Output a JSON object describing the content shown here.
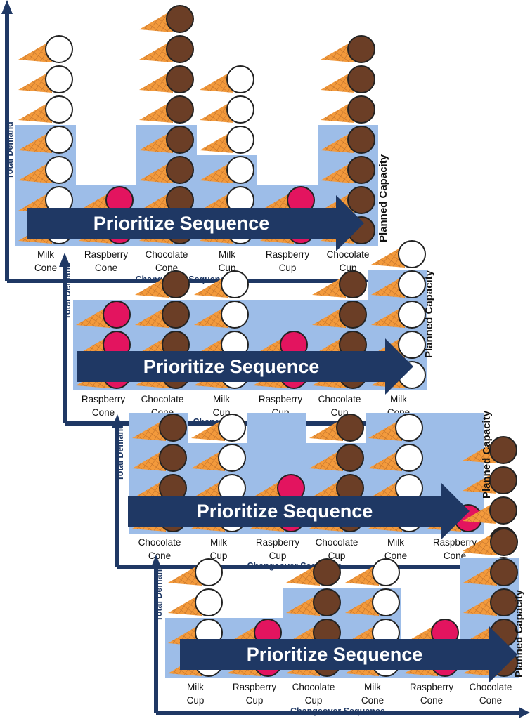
{
  "colors": {
    "navy": "#1f3864",
    "capacity": "#9dbde8",
    "cone": "#f39a3c",
    "milk": "#ffffff",
    "raspberry": "#e3145f",
    "chocolate": "#6b3e26"
  },
  "labels": {
    "y_axis": "Total Demand",
    "x_axis": "Changeover Sequence",
    "arrow": "Prioritize Sequence",
    "capacity": "Planned Capacity"
  },
  "panels": [
    {
      "products": [
        {
          "line1": "Milk",
          "line2": "Cone",
          "flavor": "milk",
          "demand": 7,
          "capacity": 4
        },
        {
          "line1": "Raspberry",
          "line2": "Cone",
          "flavor": "raspberry",
          "demand": 2,
          "capacity": 2
        },
        {
          "line1": "Chocolate",
          "line2": "Cone",
          "flavor": "chocolate",
          "demand": 8,
          "capacity": 4
        },
        {
          "line1": "Milk",
          "line2": "Cup",
          "flavor": "milk",
          "demand": 6,
          "capacity": 3
        },
        {
          "line1": "Raspberry",
          "line2": "Cup",
          "flavor": "raspberry",
          "demand": 2,
          "capacity": 2
        },
        {
          "line1": "Chocolate",
          "line2": "Cup",
          "flavor": "chocolate",
          "demand": 7,
          "capacity": 4
        }
      ]
    },
    {
      "products": [
        {
          "line1": "Raspberry",
          "line2": "Cone",
          "flavor": "raspberry",
          "demand": 3,
          "capacity": 3
        },
        {
          "line1": "Chocolate",
          "line2": "Cone",
          "flavor": "chocolate",
          "demand": 4,
          "capacity": 3
        },
        {
          "line1": "Milk",
          "line2": "Cup",
          "flavor": "milk",
          "demand": 4,
          "capacity": 3
        },
        {
          "line1": "Raspberry",
          "line2": "Cup",
          "flavor": "raspberry",
          "demand": 2,
          "capacity": 3
        },
        {
          "line1": "Chocolate",
          "line2": "Cup",
          "flavor": "chocolate",
          "demand": 4,
          "capacity": 3
        },
        {
          "line1": "Milk",
          "line2": "Cone",
          "flavor": "milk",
          "demand": 5,
          "capacity": 4
        }
      ]
    },
    {
      "products": [
        {
          "line1": "Chocolate",
          "line2": "Cone",
          "flavor": "chocolate",
          "demand": 4,
          "capacity": 4
        },
        {
          "line1": "Milk",
          "line2": "Cup",
          "flavor": "milk",
          "demand": 4,
          "capacity": 3
        },
        {
          "line1": "Raspberry",
          "line2": "Cup",
          "flavor": "raspberry",
          "demand": 2,
          "capacity": 4
        },
        {
          "line1": "Chocolate",
          "line2": "Cup",
          "flavor": "chocolate",
          "demand": 4,
          "capacity": 3
        },
        {
          "line1": "Milk",
          "line2": "Cone",
          "flavor": "milk",
          "demand": 4,
          "capacity": 4
        },
        {
          "line1": "Raspberry",
          "line2": "Cone",
          "flavor": "raspberry",
          "demand": 1,
          "capacity": 4
        }
      ],
      "extra_stack": {
        "flavor": "chocolate",
        "count": 5
      }
    },
    {
      "products": [
        {
          "line1": "Milk",
          "line2": "Cup",
          "flavor": "milk",
          "demand": 4,
          "capacity": 2
        },
        {
          "line1": "Raspberry",
          "line2": "Cup",
          "flavor": "raspberry",
          "demand": 2,
          "capacity": 2
        },
        {
          "line1": "Chocolate",
          "line2": "Cup",
          "flavor": "chocolate",
          "demand": 4,
          "capacity": 3
        },
        {
          "line1": "Milk",
          "line2": "Cone",
          "flavor": "milk",
          "demand": 4,
          "capacity": 3
        },
        {
          "line1": "Raspberry",
          "line2": "Cone",
          "flavor": "raspberry",
          "demand": 2,
          "capacity": 1
        },
        {
          "line1": "Chocolate",
          "line2": "Cone",
          "flavor": "chocolate",
          "demand": 5,
          "capacity": 4
        }
      ]
    }
  ]
}
